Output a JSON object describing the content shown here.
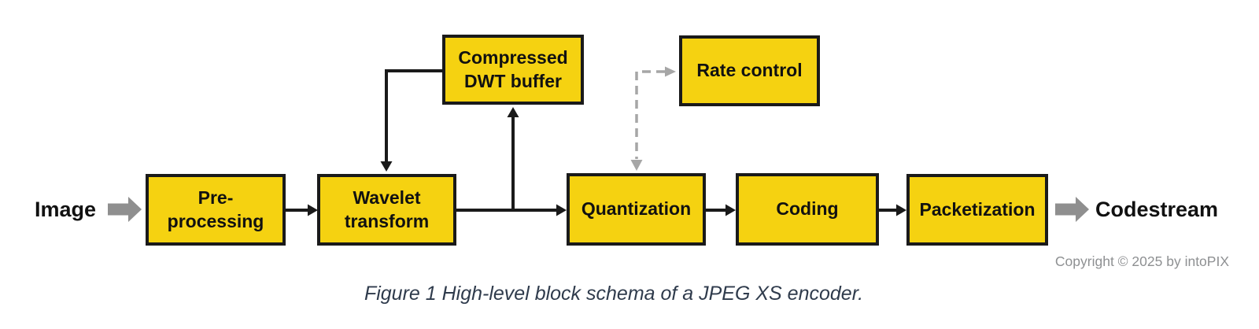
{
  "diagram": {
    "input_label": "Image",
    "output_label": "Codestream",
    "blocks": {
      "preprocessing": {
        "lines": [
          "Pre-",
          "processing"
        ]
      },
      "wavelet": {
        "lines": [
          "Wavelet",
          "transform"
        ]
      },
      "dwt_buffer": {
        "lines": [
          "Compressed",
          "DWT buffer"
        ]
      },
      "rate_control": {
        "lines": [
          "Rate control"
        ]
      },
      "quantization": {
        "lines": [
          "Quantization"
        ]
      },
      "coding": {
        "lines": [
          "Coding"
        ]
      },
      "packetization": {
        "lines": [
          "Packetization"
        ]
      }
    },
    "edges": [
      {
        "from": "image",
        "to": "preprocessing",
        "style": "gray-block-arrow"
      },
      {
        "from": "preprocessing",
        "to": "wavelet",
        "style": "solid-black"
      },
      {
        "from": "wavelet",
        "to": "quantization",
        "style": "solid-black"
      },
      {
        "from": "wavelet-output-line",
        "to": "dwt_buffer",
        "style": "solid-black"
      },
      {
        "from": "dwt_buffer",
        "to": "wavelet",
        "style": "solid-black"
      },
      {
        "between": [
          "rate_control",
          "quantization"
        ],
        "style": "dashed-gray",
        "arrows": "both-ends"
      },
      {
        "from": "quantization",
        "to": "coding",
        "style": "solid-black"
      },
      {
        "from": "coding",
        "to": "packetization",
        "style": "solid-black"
      },
      {
        "from": "packetization",
        "to": "codestream",
        "style": "gray-block-arrow"
      }
    ]
  },
  "footer": {
    "copyright": "Copyright © 2025 by intoPIX"
  },
  "caption": {
    "text": "Figure 1 High-level block schema of a JPEG XS encoder."
  },
  "colors": {
    "box_fill": "#F5D211",
    "box_border": "#1A1A1A",
    "connector_black": "#1A1A1A",
    "block_arrow_gray": "#8F8F8F",
    "dashed_gray": "#A6A6A6",
    "caption_text": "#2F3B4C",
    "copyright_text": "#8E9092"
  }
}
